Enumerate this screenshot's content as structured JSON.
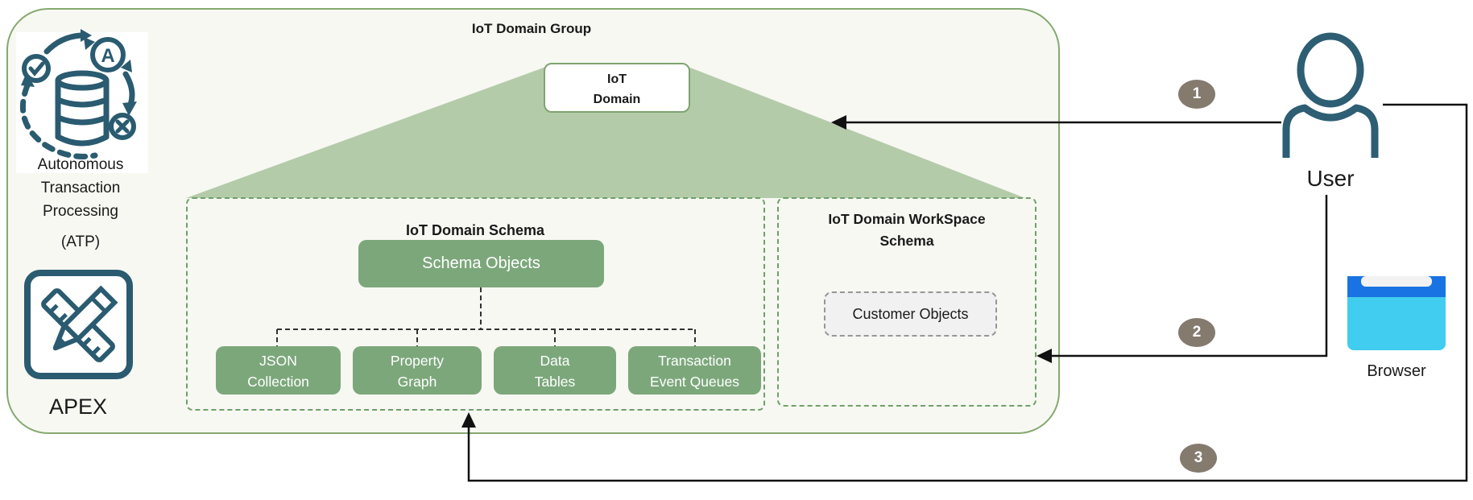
{
  "group_title": "IoT Domain Group",
  "atp": {
    "line1": "Autonomous",
    "line2": "Transaction",
    "line3": "Processing",
    "sub": "(ATP)"
  },
  "apex_label": "APEX",
  "iot_domain": {
    "line1": "IoT",
    "line2": "Domain"
  },
  "schema": {
    "title": "IoT Domain Schema",
    "root_label": "Schema Objects",
    "children": [
      {
        "line1": "JSON",
        "line2": "Collection"
      },
      {
        "line1": "Property",
        "line2": "Graph"
      },
      {
        "line1": "Data",
        "line2": "Tables"
      },
      {
        "line1": "Transaction",
        "line2": "Event Queues"
      }
    ]
  },
  "workspace": {
    "title_line1": "IoT Domain WorkSpace",
    "title_line2": "Schema",
    "object_label": "Customer Objects"
  },
  "user_label": "User",
  "browser_label": "Browser",
  "badges": [
    "1",
    "2",
    "3"
  ],
  "colors": {
    "green_box": "#7ca77b",
    "triangle": "#b4cba9",
    "group_border": "#85a96f",
    "dashed_green": "#6fa06b",
    "teal_icon": "#2d5e73",
    "badge_bg": "#847a6e",
    "browser_top_bar": "#1a73e2",
    "browser_body": "#41cdf0",
    "group_background": "#f7f8f2",
    "arrow": "#111111"
  }
}
